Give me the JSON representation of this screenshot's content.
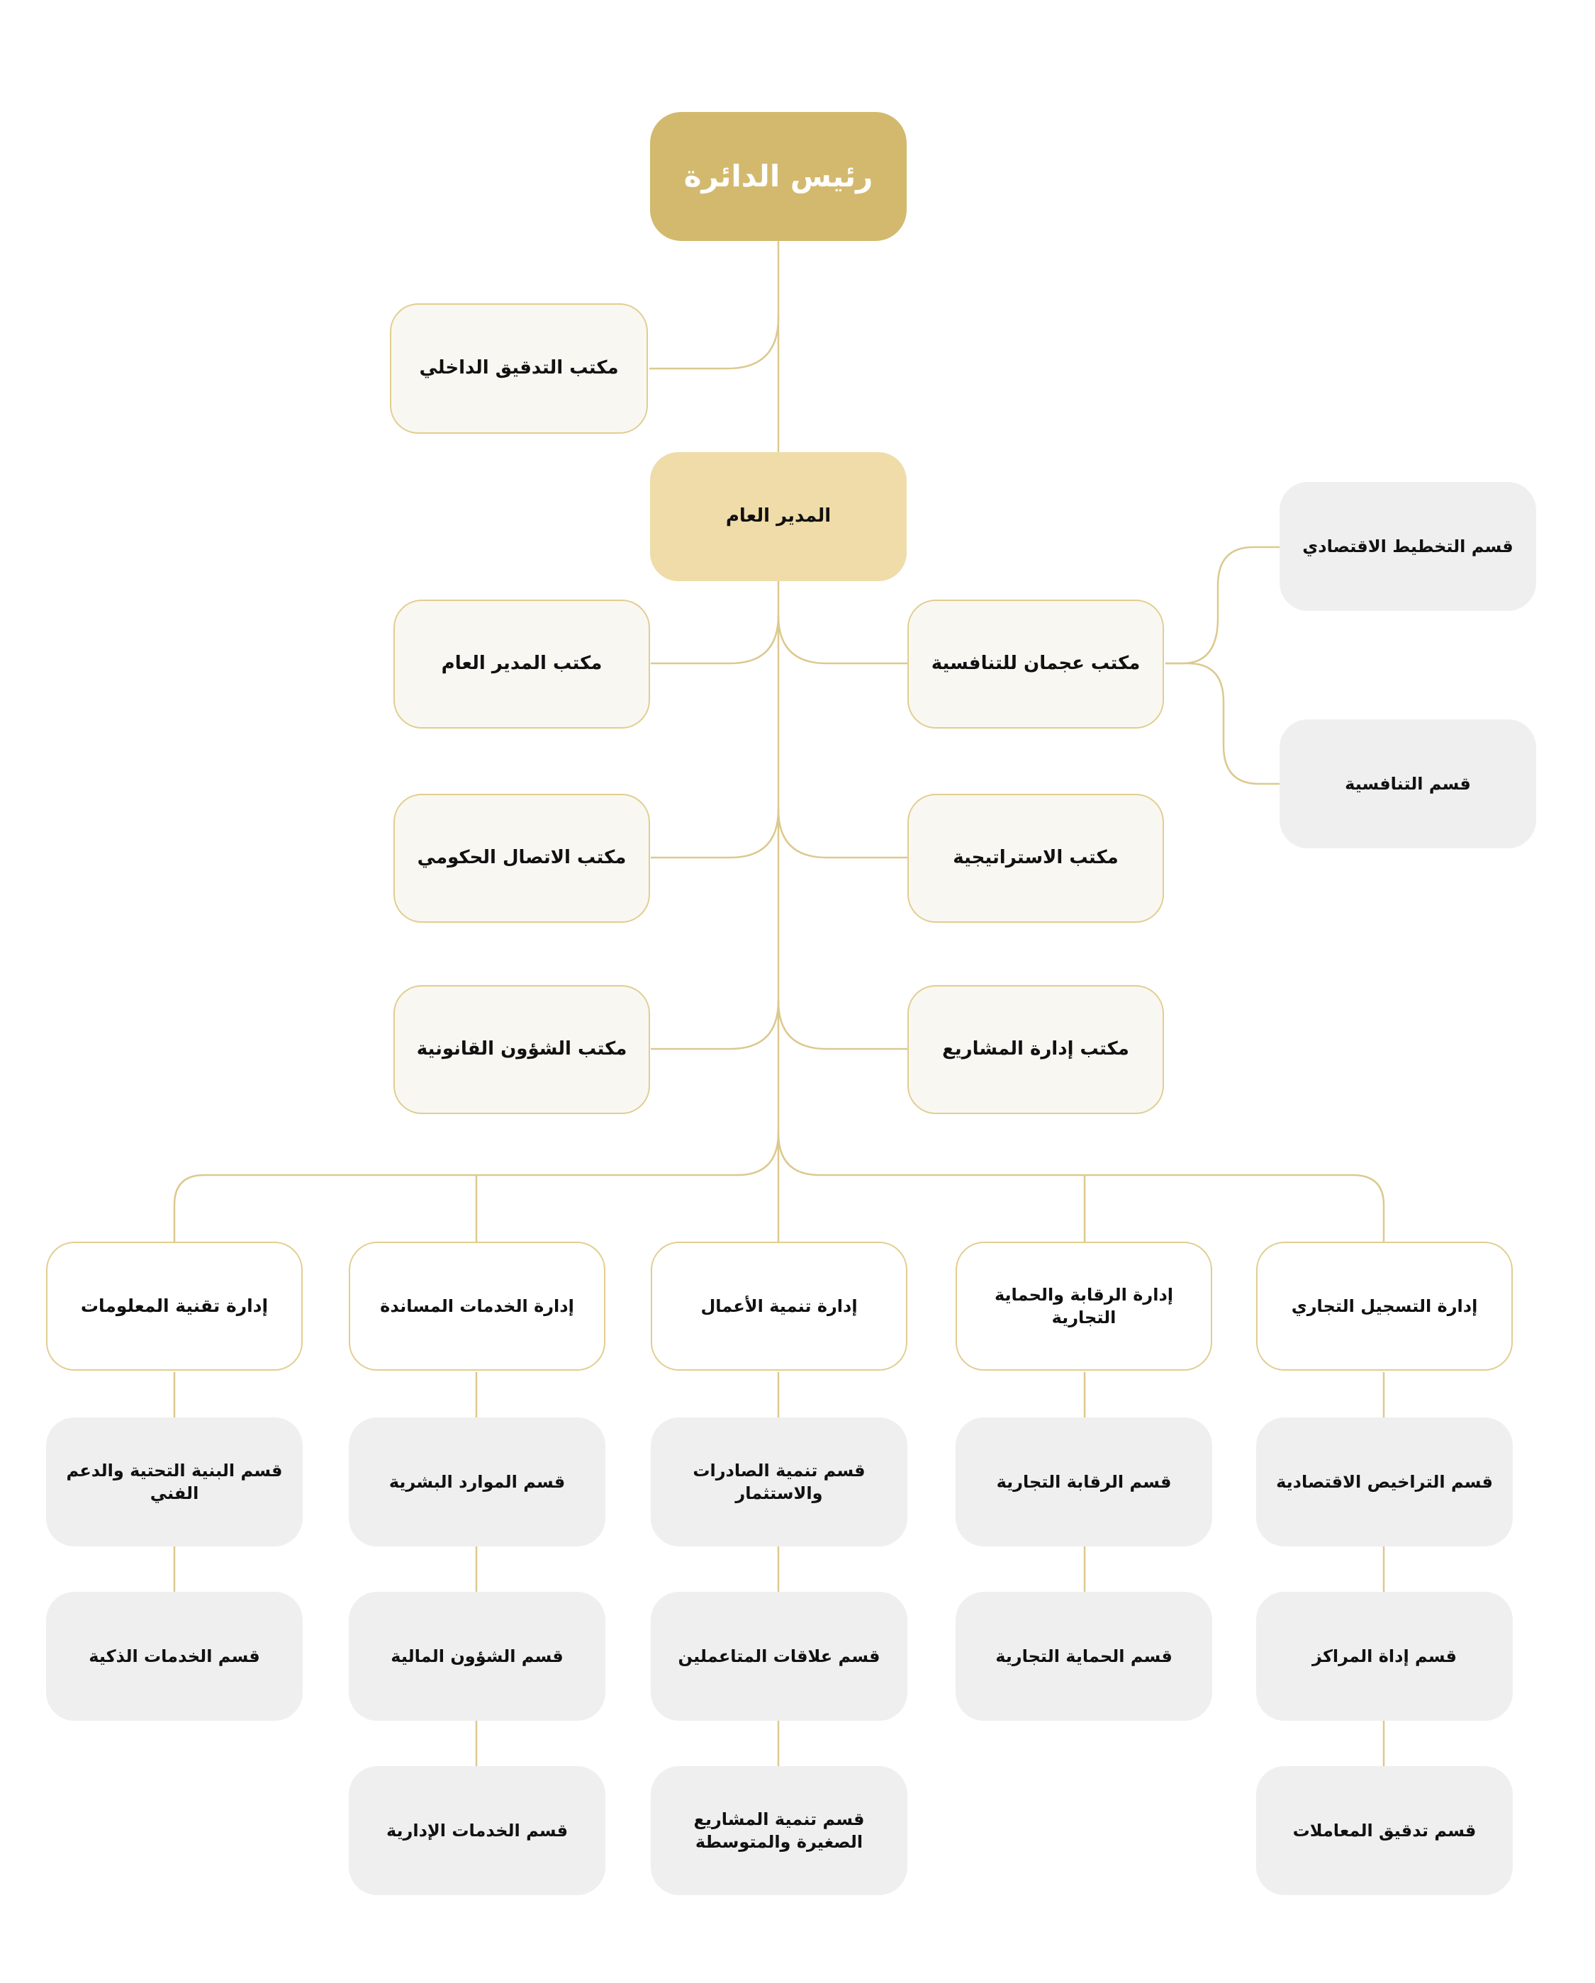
{
  "colors": {
    "connector": "#dcc98e",
    "head_fill": "#d3b96e",
    "gm_fill": "#efdca9",
    "office_fill": "#f8f7f2",
    "office_border": "#e2cd8f",
    "section_fill": "#efefef"
  },
  "head": {
    "label": "رئيس الدائرة"
  },
  "internal_audit": {
    "label": "مكتب التدقيق الداخلي"
  },
  "general_manager": {
    "label": "المدير العام"
  },
  "offices": {
    "gm_office": "مكتب المدير العام",
    "ajman_competitiveness": "مكتب عجمان للتنافسية",
    "gov_communication": "مكتب الاتصال الحكومي",
    "strategy": "مكتب الاستراتيجية",
    "legal_affairs": "مكتب الشؤون القانونية",
    "project_management": "مكتب إدارة المشاريع"
  },
  "competitiveness_sections": {
    "economic_planning": "قسم التخطيط الاقتصادي",
    "competitiveness": "قسم التنافسية"
  },
  "departments": [
    {
      "label": "إدارة تقنية المعلومات",
      "sections": [
        "قسم البنية التحتية والدعم الفني",
        "قسم الخدمات الذكية"
      ]
    },
    {
      "label": "إدارة الخدمات المساندة",
      "sections": [
        "قسم الموارد البشرية",
        "قسم الشؤون المالية",
        "قسم الخدمات الإدارية"
      ]
    },
    {
      "label": "إدارة تنمية الأعمال",
      "sections": [
        "قسم تنمية الصادرات والاستثمار",
        "قسم علاقات المتاعملين",
        "قسم تنمية المشاريع الصغيرة والمتوسطة"
      ]
    },
    {
      "label": "إدارة الرقابة والحماية التجارية",
      "sections": [
        "قسم الرقابة التجارية",
        "قسم الحماية التجارية"
      ]
    },
    {
      "label": "إدارة التسجيل التجاري",
      "sections": [
        "قسم التراخيص الاقتصادية",
        "قسم إداة المراكز",
        "قسم تدقيق المعاملات"
      ]
    }
  ]
}
